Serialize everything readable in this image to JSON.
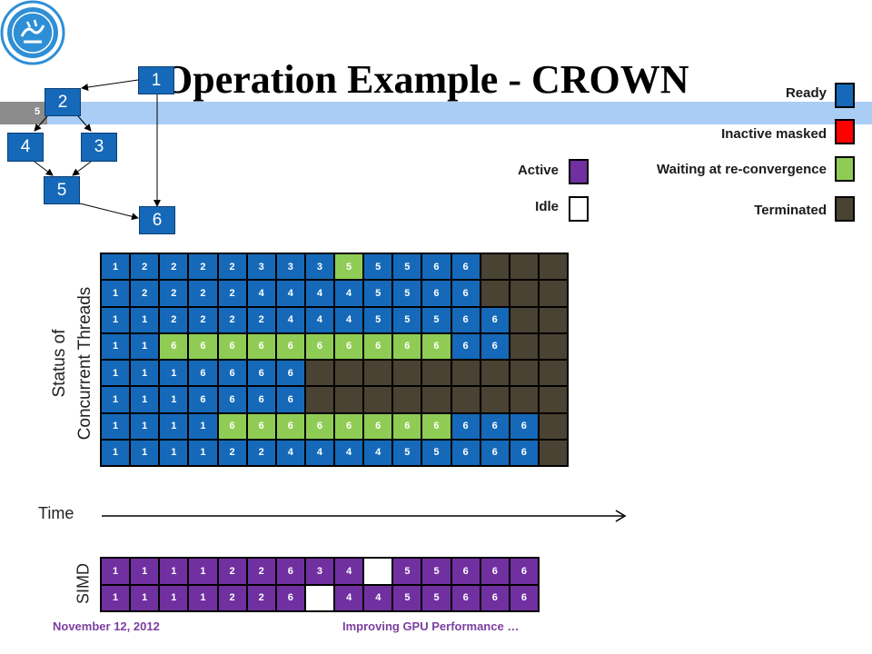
{
  "slide": {
    "number": "5",
    "title": "Operation Example - CROWN",
    "footer_date": "November 12, 2012",
    "footer_topic": "Improving GPU Performance …"
  },
  "flow": {
    "nodes": [
      {
        "id": "1",
        "label": "1"
      },
      {
        "id": "2",
        "label": "2"
      },
      {
        "id": "3",
        "label": "3"
      },
      {
        "id": "4",
        "label": "4"
      },
      {
        "id": "5",
        "label": "5"
      },
      {
        "id": "6",
        "label": "6"
      }
    ]
  },
  "legend": {
    "ready": "Ready",
    "inactive_masked": "Inactive masked",
    "waiting": "Waiting at re-convergence",
    "terminated": "Terminated",
    "active": "Active",
    "idle": "Idle"
  },
  "colors": {
    "ready": "#1569b8",
    "inactive_masked": "#ff0000",
    "waiting": "#8fcc55",
    "terminated": "#4a4232",
    "active": "#7030a0",
    "idle": "#ffffff"
  },
  "labels": {
    "status_line1": "Status of",
    "status_line2": "Concurrent Threads",
    "time": "Time",
    "simd": "SIMD"
  },
  "status_grid": [
    [
      "1R",
      "2R",
      "2R",
      "2R",
      "2R",
      "3R",
      "3R",
      "3R",
      "5W",
      "5R",
      "5R",
      "6R",
      "6R",
      "T",
      "T",
      "T"
    ],
    [
      "1R",
      "2R",
      "2R",
      "2R",
      "2R",
      "4R",
      "4R",
      "4R",
      "4R",
      "5R",
      "5R",
      "6R",
      "6R",
      "T",
      "T",
      "T"
    ],
    [
      "1R",
      "1R",
      "2R",
      "2R",
      "2R",
      "2R",
      "4R",
      "4R",
      "4R",
      "5R",
      "5R",
      "5R",
      "6R",
      "6R",
      "T",
      "T"
    ],
    [
      "1R",
      "1R",
      "6W",
      "6W",
      "6W",
      "6W",
      "6W",
      "6W",
      "6W",
      "6W",
      "6W",
      "6W",
      "6R",
      "6R",
      "T",
      "T"
    ],
    [
      "1R",
      "1R",
      "1R",
      "6R",
      "6R",
      "6R",
      "6R",
      "T",
      "T",
      "T",
      "T",
      "T",
      "T",
      "T",
      "T",
      "T"
    ],
    [
      "1R",
      "1R",
      "1R",
      "6R",
      "6R",
      "6R",
      "6R",
      "T",
      "T",
      "T",
      "T",
      "T",
      "T",
      "T",
      "T",
      "T"
    ],
    [
      "1R",
      "1R",
      "1R",
      "1R",
      "6W",
      "6W",
      "6W",
      "6W",
      "6W",
      "6W",
      "6W",
      "6W",
      "6R",
      "6R",
      "6R",
      "T"
    ],
    [
      "1R",
      "1R",
      "1R",
      "1R",
      "2R",
      "2R",
      "4R",
      "4R",
      "4R",
      "4R",
      "5R",
      "5R",
      "6R",
      "6R",
      "6R",
      "T"
    ]
  ],
  "simd_grid": [
    [
      "1A",
      "1A",
      "1A",
      "1A",
      "2A",
      "2A",
      "6A",
      "3A",
      "4A",
      "I",
      "5A",
      "5A",
      "6A",
      "6A",
      "6A"
    ],
    [
      "1A",
      "1A",
      "1A",
      "1A",
      "2A",
      "2A",
      "6A",
      "I",
      "4A",
      "4A",
      "5A",
      "5A",
      "6A",
      "6A",
      "6A"
    ]
  ]
}
